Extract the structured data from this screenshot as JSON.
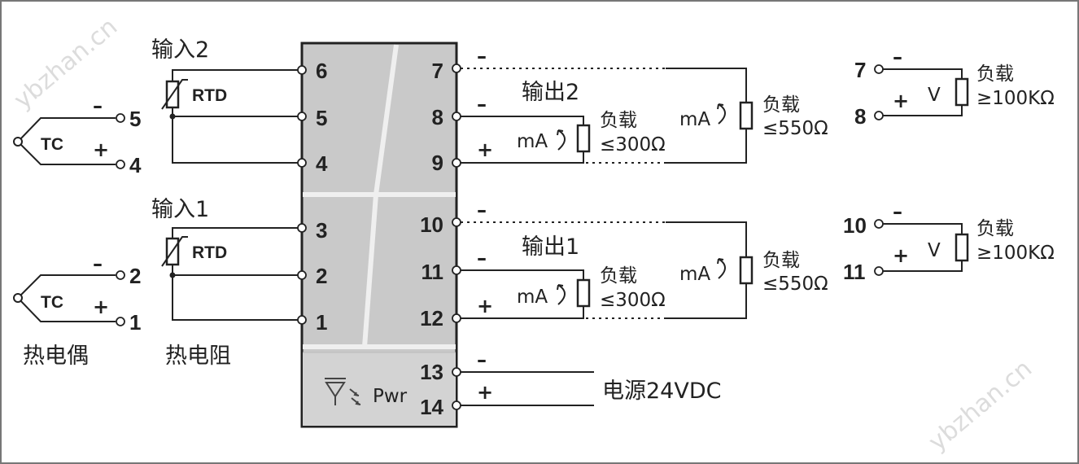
{
  "module": {
    "input1_title": "输入1",
    "input2_title": "输入2",
    "output1_title": "输出1",
    "output2_title": "输出2",
    "pwr_label": "Pwr",
    "power_label": "电源24VDC"
  },
  "sensors": {
    "tc_label": "TC",
    "rtd_label": "RTD",
    "thermocouple_caption": "热电偶",
    "rtd_caption": "热电阻"
  },
  "terminals_left": [
    "6",
    "5",
    "4",
    "3",
    "2",
    "1"
  ],
  "terminals_right": [
    "7",
    "8",
    "9",
    "10",
    "11",
    "12",
    "13",
    "14"
  ],
  "tc_terminals": [
    "5",
    "4",
    "2",
    "1"
  ],
  "load": {
    "word": "负载",
    "r300": "≤300Ω",
    "r550": "≤550Ω",
    "r100k": "≥100KΩ",
    "ma": "mA",
    "v": "V"
  },
  "ext_terminals": [
    "7",
    "8",
    "10",
    "11"
  ],
  "signs": {
    "minus": "–",
    "plus": "+"
  },
  "watermark": {
    "left": "ybzhan.cn",
    "right": "ybzhan.cn"
  }
}
